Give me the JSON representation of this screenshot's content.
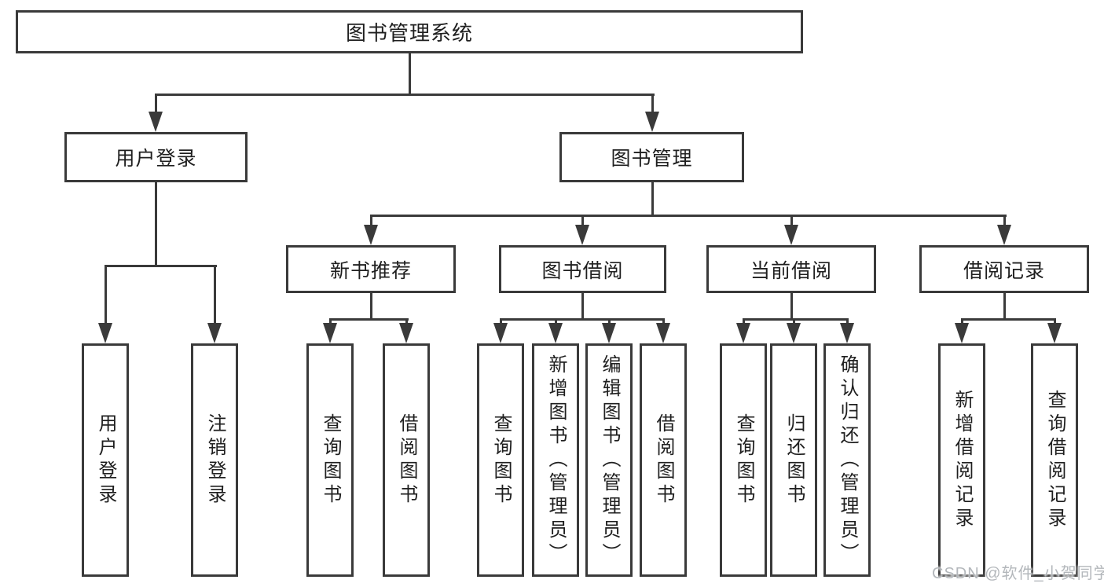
{
  "diagram": {
    "root": {
      "label": "图书管理系统"
    },
    "level2": [
      {
        "label": "用户登录",
        "children": [
          {
            "label": "用户登录"
          },
          {
            "label": "注销登录"
          }
        ]
      },
      {
        "label": "图书管理",
        "children": [
          {
            "label": "新书推荐",
            "children": [
              {
                "label": "查询图书"
              },
              {
                "label": "借阅图书"
              }
            ]
          },
          {
            "label": "图书借阅",
            "children": [
              {
                "label": "查询图书"
              },
              {
                "label": "新增图书（管理员）"
              },
              {
                "label": "编辑图书（管理员）"
              },
              {
                "label": "借阅图书"
              }
            ]
          },
          {
            "label": "当前借阅",
            "children": [
              {
                "label": "查询图书"
              },
              {
                "label": "归还图书"
              },
              {
                "label": "确认归还（管理员）"
              }
            ]
          },
          {
            "label": "借阅记录",
            "children": [
              {
                "label": "新增借阅记录"
              },
              {
                "label": "查询借阅记录"
              }
            ]
          }
        ]
      }
    ]
  },
  "watermark": {
    "text": "CSDN @软件_小贺同学"
  },
  "colors": {
    "line": "#3a3a3a",
    "text": "#1f1f1f",
    "background": "#ffffff",
    "watermark": "#b3b7bb"
  }
}
